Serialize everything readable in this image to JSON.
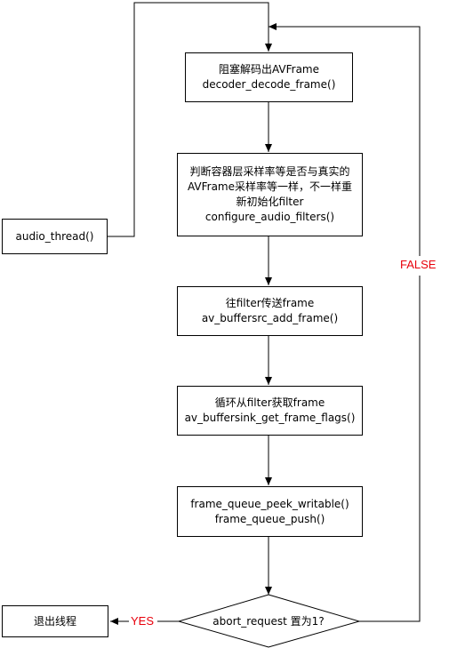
{
  "nodes": {
    "decode": {
      "line1": "阻塞解码出AVFrame",
      "line2": "decoder_decode_frame()"
    },
    "check": {
      "line1": "判断容器层采样率等是否与真实的AVFrame采样率等一样，不一样重新初始化filter",
      "line2": "configure_audio_filters()"
    },
    "send": {
      "line1": "往filter传送frame",
      "line2": "av_buffersrc_add_frame()"
    },
    "loop": {
      "line1": "循环从filter获取frame",
      "line2": "av_buffersink_get_frame_flags()"
    },
    "push": {
      "line1": "frame_queue_peek_writable()",
      "line2": "frame_queue_push()"
    },
    "thread": {
      "label": "audio_thread()"
    },
    "exit": {
      "label": "退出线程"
    },
    "decision": {
      "label": "abort_request 置为1?"
    }
  },
  "edges": {
    "yes": "YES",
    "false": "FALSE"
  },
  "colors": {
    "line": "#000000",
    "label_red": "#e8000b"
  }
}
